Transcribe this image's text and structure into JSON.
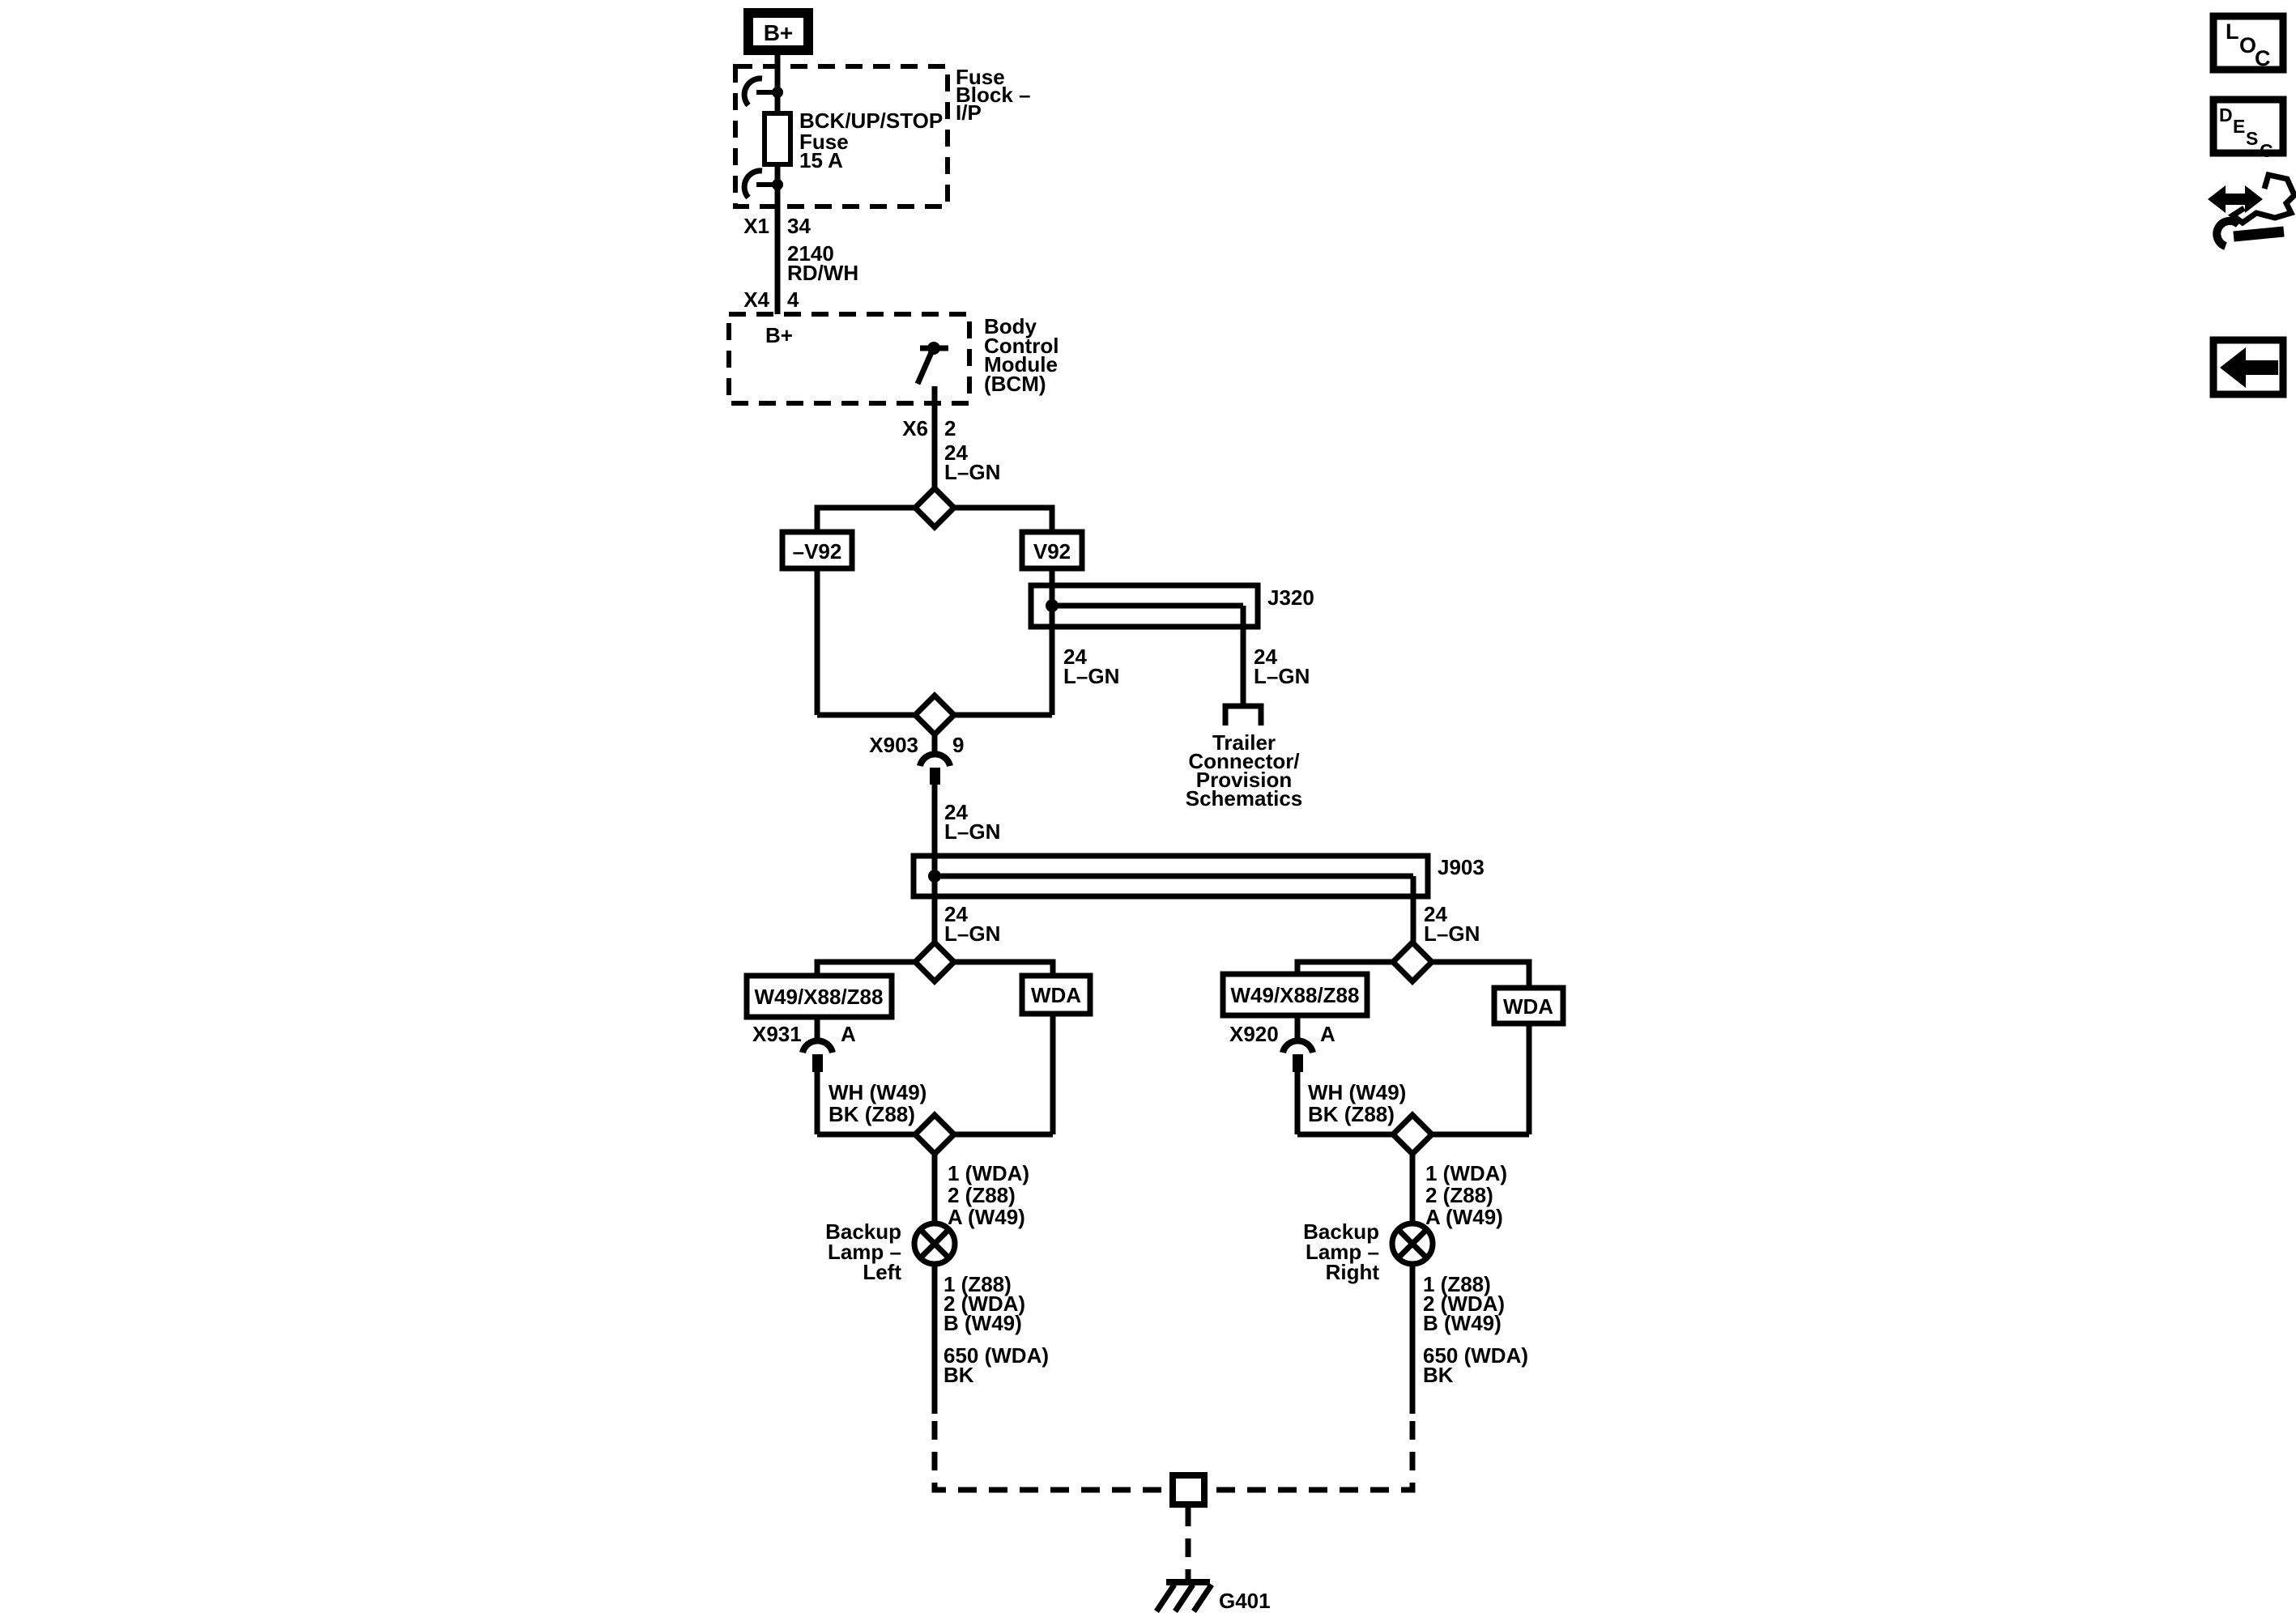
{
  "power": {
    "b_plus": "B+"
  },
  "fuse_block": {
    "name_lines": [
      "Fuse",
      "Block –",
      "I/P"
    ],
    "fuse_lines": [
      "BCK/UP/STOP",
      "Fuse",
      "15 A"
    ],
    "out_connector": "X1",
    "out_pin": "34"
  },
  "feed_wire": {
    "circuit": "2140",
    "color": "RD/WH"
  },
  "bcm": {
    "in_connector": "X4",
    "in_pin": "4",
    "internal_b_plus": "B+",
    "name_lines": [
      "Body",
      "Control",
      "Module",
      "(BCM)"
    ],
    "out_connector": "X6",
    "out_pin": "2"
  },
  "bcm_out_wire": {
    "gauge": "24",
    "color": "L–GN"
  },
  "options": {
    "without": "–V92",
    "with": "V92"
  },
  "j320": {
    "name": "J320",
    "left_wire": {
      "gauge": "24",
      "color": "L–GN"
    },
    "right_wire": {
      "gauge": "24",
      "color": "L–GN"
    }
  },
  "trailer": {
    "lines": [
      "Trailer",
      "Connector/",
      "Provision",
      "Schematics"
    ]
  },
  "x903": {
    "name": "X903",
    "pin": "9"
  },
  "x903_wire": {
    "gauge": "24",
    "color": "L–GN"
  },
  "j903": {
    "name": "J903",
    "left_wire": {
      "gauge": "24",
      "color": "L–GN"
    },
    "right_wire": {
      "gauge": "24",
      "color": "L–GN"
    }
  },
  "left": {
    "harness": "W49/X88/Z88",
    "wda": "WDA",
    "connector": "X931",
    "pin": "A",
    "wire_lines": [
      "WH (W49)",
      "BK (Z88)"
    ],
    "pins_upper": [
      "1 (WDA)",
      "2 (Z88)",
      "A (W49)"
    ],
    "lamp_lines": [
      "Backup",
      "Lamp –",
      "Left"
    ],
    "pins_lower": [
      "1 (Z88)",
      "2 (WDA)",
      "B (W49)"
    ],
    "ground_wire": [
      "650 (WDA)",
      "BK"
    ]
  },
  "right": {
    "harness": "W49/X88/Z88",
    "wda": "WDA",
    "connector": "X920",
    "pin": "A",
    "wire_lines": [
      "WH (W49)",
      "BK (Z88)"
    ],
    "pins_upper": [
      "1 (WDA)",
      "2 (Z88)",
      "A (W49)"
    ],
    "lamp_lines": [
      "Backup",
      "Lamp –",
      "Right"
    ],
    "pins_lower": [
      "1 (Z88)",
      "2 (WDA)",
      "B (W49)"
    ],
    "ground_wire": [
      "650 (WDA)",
      "BK"
    ]
  },
  "ground": {
    "name": "G401"
  },
  "sidebar": {
    "loc": [
      "L",
      "O",
      "C"
    ],
    "desc": [
      "D",
      "E",
      "S",
      "C"
    ]
  }
}
